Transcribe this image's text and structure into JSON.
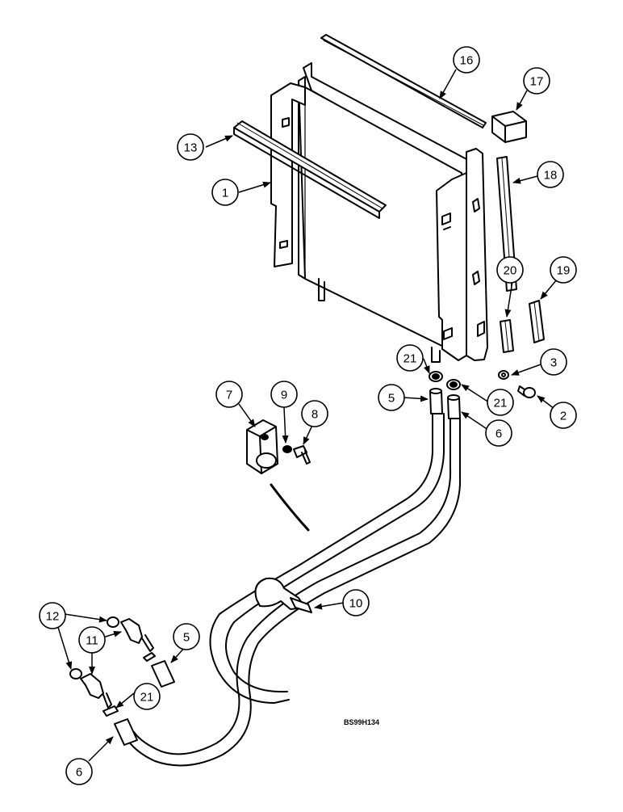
{
  "drawing_code": "BS99H134",
  "callouts": [
    "1",
    "2",
    "3",
    "5",
    "6",
    "7",
    "8",
    "9",
    "10",
    "11",
    "12",
    "13",
    "16",
    "17",
    "18",
    "19",
    "20",
    "21",
    "21",
    "21",
    "5",
    "6",
    "12",
    "11",
    "21"
  ]
}
